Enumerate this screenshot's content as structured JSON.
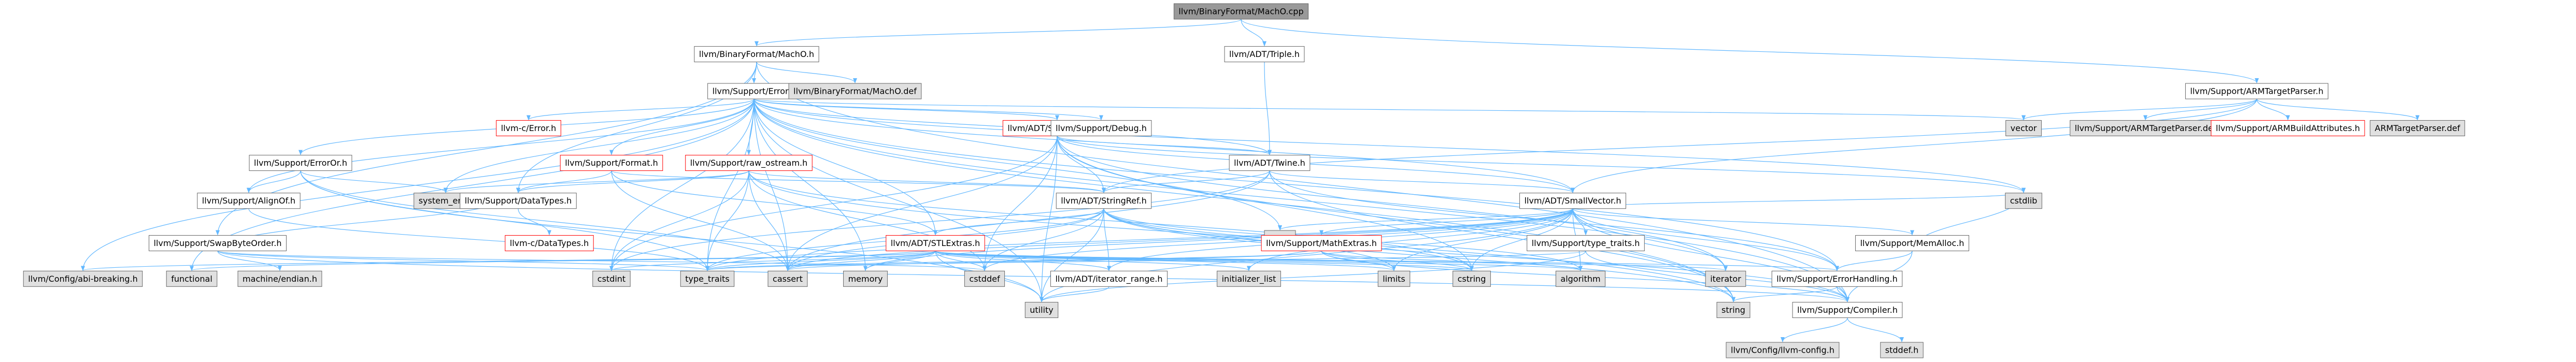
{
  "colors": {
    "root_fill": "#999999",
    "node_fill": "#ffffff",
    "system_fill": "#e0e0e0",
    "border": "#666666",
    "truncated_border": "#ff0000",
    "edge": "#63b8ff",
    "text": "#000000"
  },
  "nodes": [
    {
      "id": "root",
      "label": "llvm/BinaryFormat/MachO.cpp",
      "kind": "root"
    },
    {
      "id": "macho_h",
      "label": "llvm/BinaryFormat/MachO.h",
      "kind": "normal"
    },
    {
      "id": "triple_h",
      "label": "llvm/ADT/Triple.h",
      "kind": "normal"
    },
    {
      "id": "armtp_h",
      "label": "llvm/Support/ARMTargetParser.h",
      "kind": "normal"
    },
    {
      "id": "error_h",
      "label": "llvm/Support/Error.h",
      "kind": "normal"
    },
    {
      "id": "macho_def",
      "label": "llvm/BinaryFormat/MachO.def",
      "kind": "system"
    },
    {
      "id": "vector",
      "label": "vector",
      "kind": "system"
    },
    {
      "id": "armtp_def",
      "label": "llvm/Support/ARMTargetParser.def",
      "kind": "system"
    },
    {
      "id": "armbuildattr_h",
      "label": "llvm/Support/ARMBuildAttributes.h",
      "kind": "truncated"
    },
    {
      "id": "arm_tp_def",
      "label": "ARMTargetParser.def",
      "kind": "system"
    },
    {
      "id": "llvmc_error_h",
      "label": "llvm-c/Error.h",
      "kind": "truncated"
    },
    {
      "id": "errorc_h",
      "label": "llvm/Support/ErrorOr.h",
      "kind": "normal"
    },
    {
      "id": "format_h",
      "label": "llvm/Support/Format.h",
      "kind": "truncated"
    },
    {
      "id": "rawostream_h",
      "label": "llvm/Support/raw_ostream.h",
      "kind": "truncated"
    },
    {
      "id": "stringextras_h",
      "label": "llvm/ADT/StringExtras.h",
      "kind": "truncated"
    },
    {
      "id": "debug_h",
      "label": "llvm/Support/Debug.h",
      "kind": "normal"
    },
    {
      "id": "twine_h",
      "label": "llvm/ADT/Twine.h",
      "kind": "normal"
    },
    {
      "id": "system_error",
      "label": "system_error",
      "kind": "system"
    },
    {
      "id": "aligned_h",
      "label": "llvm/Support/AlignOf.h",
      "kind": "normal"
    },
    {
      "id": "datatypes_h",
      "label": "llvm/Support/DataTypes.h",
      "kind": "normal"
    },
    {
      "id": "stringref_h",
      "label": "llvm/ADT/StringRef.h",
      "kind": "normal"
    },
    {
      "id": "smallvector_h",
      "label": "llvm/ADT/SmallVector.h",
      "kind": "normal"
    },
    {
      "id": "llvmc_datatypes_h",
      "label": "llvm-c/DataTypes.h",
      "kind": "truncated"
    },
    {
      "id": "swapbyteorder_h",
      "label": "llvm/Support/SwapByteOrder.h",
      "kind": "normal"
    },
    {
      "id": "stlextras_h",
      "label": "llvm/ADT/STLExtras.h",
      "kind": "truncated"
    },
    {
      "id": "new",
      "label": "new",
      "kind": "system"
    },
    {
      "id": "mathextras_h",
      "label": "llvm/Support/MathExtras.h",
      "kind": "truncated"
    },
    {
      "id": "typetraits_h",
      "label": "llvm/Support/type_traits.h",
      "kind": "normal"
    },
    {
      "id": "memalloc_h",
      "label": "llvm/Support/MemAlloc.h",
      "kind": "normal"
    },
    {
      "id": "abi_breaking_h",
      "label": "llvm/Config/abi-breaking.h",
      "kind": "system"
    },
    {
      "id": "functional",
      "label": "functional",
      "kind": "system"
    },
    {
      "id": "machine_endian_h",
      "label": "machine/endian.h",
      "kind": "system"
    },
    {
      "id": "cstdint",
      "label": "cstdint",
      "kind": "system"
    },
    {
      "id": "type_traits",
      "label": "type_traits",
      "kind": "system"
    },
    {
      "id": "cassert",
      "label": "cassert",
      "kind": "system"
    },
    {
      "id": "memory",
      "label": "memory",
      "kind": "system"
    },
    {
      "id": "cstddef",
      "label": "cstddef",
      "kind": "system"
    },
    {
      "id": "iterator_range_h",
      "label": "llvm/ADT/iterator_range.h",
      "kind": "normal"
    },
    {
      "id": "initializer_list",
      "label": "initializer_list",
      "kind": "system"
    },
    {
      "id": "limits",
      "label": "limits",
      "kind": "system"
    },
    {
      "id": "cstring",
      "label": "cstring",
      "kind": "system"
    },
    {
      "id": "algorithm",
      "label": "algorithm",
      "kind": "system"
    },
    {
      "id": "iterator",
      "label": "iterator",
      "kind": "system"
    },
    {
      "id": "errorhandling_h",
      "label": "llvm/Support/ErrorHandling.h",
      "kind": "normal"
    },
    {
      "id": "cstdlib",
      "label": "cstdlib",
      "kind": "system"
    },
    {
      "id": "utility",
      "label": "utility",
      "kind": "system"
    },
    {
      "id": "string",
      "label": "string",
      "kind": "system"
    },
    {
      "id": "compiler_h",
      "label": "llvm/Support/Compiler.h",
      "kind": "normal"
    },
    {
      "id": "llvm_config_h",
      "label": "llvm/Config/llvm-config.h",
      "kind": "system"
    },
    {
      "id": "stddef_h",
      "label": "stddef.h",
      "kind": "system"
    }
  ],
  "edges": [
    [
      "root",
      "macho_h"
    ],
    [
      "root",
      "triple_h"
    ],
    [
      "root",
      "armtp_h"
    ],
    [
      "macho_h",
      "error_h"
    ],
    [
      "macho_h",
      "macho_def"
    ],
    [
      "macho_h",
      "compiler_h"
    ],
    [
      "macho_h",
      "datatypes_h"
    ],
    [
      "macho_h",
      "swapbyteorder_h"
    ],
    [
      "triple_h",
      "twine_h"
    ],
    [
      "armtp_h",
      "vector"
    ],
    [
      "armtp_h",
      "armtp_def"
    ],
    [
      "armtp_h",
      "armbuildattr_h"
    ],
    [
      "armtp_h",
      "arm_tp_def"
    ],
    [
      "armtp_h",
      "smallvector_h"
    ],
    [
      "armtp_h",
      "stringref_h"
    ],
    [
      "error_h",
      "llvmc_error_h"
    ],
    [
      "error_h",
      "errorc_h"
    ],
    [
      "error_h",
      "format_h"
    ],
    [
      "error_h",
      "rawostream_h"
    ],
    [
      "error_h",
      "stringextras_h"
    ],
    [
      "error_h",
      "debug_h"
    ],
    [
      "error_h",
      "twine_h"
    ],
    [
      "error_h",
      "system_error"
    ],
    [
      "error_h",
      "aligned_h"
    ],
    [
      "error_h",
      "abi_breaking_h"
    ],
    [
      "error_h",
      "compiler_h"
    ],
    [
      "error_h",
      "errorhandling_h"
    ],
    [
      "error_h",
      "stlextras_h"
    ],
    [
      "error_h",
      "smallvector_h"
    ],
    [
      "error_h",
      "vector"
    ],
    [
      "error_h",
      "cassert"
    ],
    [
      "error_h",
      "cstdint"
    ],
    [
      "error_h",
      "cstdlib"
    ],
    [
      "error_h",
      "functional"
    ],
    [
      "error_h",
      "memory"
    ],
    [
      "error_h",
      "new"
    ],
    [
      "error_h",
      "string"
    ],
    [
      "error_h",
      "type_traits"
    ],
    [
      "error_h",
      "utility"
    ],
    [
      "errorc_h",
      "aligned_h"
    ],
    [
      "errorc_h",
      "system_error"
    ],
    [
      "errorc_h",
      "type_traits"
    ],
    [
      "errorc_h",
      "cassert"
    ],
    [
      "errorc_h",
      "utility"
    ],
    [
      "aligned_h",
      "type_traits"
    ],
    [
      "format_h",
      "stlextras_h"
    ],
    [
      "format_h",
      "stringref_h"
    ],
    [
      "format_h",
      "datatypes_h"
    ],
    [
      "format_h",
      "cassert"
    ],
    [
      "format_h",
      "cstdio"
    ],
    [
      "rawostream_h",
      "stringref_h"
    ],
    [
      "rawostream_h",
      "datatypes_h"
    ],
    [
      "rawostream_h",
      "cassert"
    ],
    [
      "rawostream_h",
      "cstddef"
    ],
    [
      "rawostream_h",
      "cstdint"
    ],
    [
      "rawostream_h",
      "cstring"
    ],
    [
      "rawostream_h",
      "string"
    ],
    [
      "rawostream_h",
      "system_error"
    ],
    [
      "rawostream_h",
      "type_traits"
    ],
    [
      "stringextras_h",
      "stringref_h"
    ],
    [
      "stringextras_h",
      "twine_h"
    ],
    [
      "stringextras_h",
      "smallvector_h"
    ],
    [
      "stringextras_h",
      "cassert"
    ],
    [
      "stringextras_h",
      "cstddef"
    ],
    [
      "stringextras_h",
      "cstdint"
    ],
    [
      "stringextras_h",
      "cstdlib"
    ],
    [
      "stringextras_h",
      "cstring"
    ],
    [
      "stringextras_h",
      "iterator"
    ],
    [
      "stringextras_h",
      "string"
    ],
    [
      "stringextras_h",
      "utility"
    ],
    [
      "twine_h",
      "smallvector_h"
    ],
    [
      "twine_h",
      "stringref_h"
    ],
    [
      "twine_h",
      "errorhandling_h"
    ],
    [
      "twine_h",
      "cassert"
    ],
    [
      "twine_h",
      "cstdint"
    ],
    [
      "twine_h",
      "string"
    ],
    [
      "datatypes_h",
      "llvmc_datatypes_h"
    ],
    [
      "stringref_h",
      "stlextras_h"
    ],
    [
      "stringref_h",
      "iterator_range_h"
    ],
    [
      "stringref_h",
      "compiler_h"
    ],
    [
      "stringref_h",
      "algorithm"
    ],
    [
      "stringref_h",
      "cassert"
    ],
    [
      "stringref_h",
      "cstddef"
    ],
    [
      "stringref_h",
      "cstring"
    ],
    [
      "stringref_h",
      "limits"
    ],
    [
      "stringref_h",
      "string"
    ],
    [
      "stringref_h",
      "type_traits"
    ],
    [
      "stringref_h",
      "utility"
    ],
    [
      "smallvector_h",
      "iterator_range_h"
    ],
    [
      "smallvector_h",
      "compiler_h"
    ],
    [
      "smallvector_h",
      "errorhandling_h"
    ],
    [
      "smallvector_h",
      "mathextras_h"
    ],
    [
      "smallvector_h",
      "memalloc_h"
    ],
    [
      "smallvector_h",
      "typetraits_h"
    ],
    [
      "smallvector_h",
      "algorithm"
    ],
    [
      "smallvector_h",
      "cassert"
    ],
    [
      "smallvector_h",
      "cstddef"
    ],
    [
      "smallvector_h",
      "cstdlib"
    ],
    [
      "smallvector_h",
      "cstring"
    ],
    [
      "smallvector_h",
      "initializer_list"
    ],
    [
      "smallvector_h",
      "iterator"
    ],
    [
      "smallvector_h",
      "limits"
    ],
    [
      "smallvector_h",
      "memory"
    ],
    [
      "smallvector_h",
      "new"
    ],
    [
      "smallvector_h",
      "type_traits"
    ],
    [
      "smallvector_h",
      "utility"
    ],
    [
      "swapbyteorder_h",
      "compiler_h"
    ],
    [
      "swapbyteorder_h",
      "datatypes_h"
    ],
    [
      "swapbyteorder_h",
      "cstddef"
    ],
    [
      "swapbyteorder_h",
      "type_traits"
    ],
    [
      "swapbyteorder_h",
      "machine_endian_h"
    ],
    [
      "stlextras_h",
      "abi_breaking_h"
    ],
    [
      "stlextras_h",
      "functional"
    ],
    [
      "stlextras_h",
      "cstdint"
    ],
    [
      "stlextras_h",
      "type_traits"
    ],
    [
      "stlextras_h",
      "cassert"
    ],
    [
      "stlextras_h",
      "memory"
    ],
    [
      "stlextras_h",
      "cstddef"
    ],
    [
      "stlextras_h",
      "iterator_range_h"
    ],
    [
      "stlextras_h",
      "utility"
    ],
    [
      "stlextras_h",
      "limits"
    ],
    [
      "stlextras_h",
      "cstring"
    ],
    [
      "stlextras_h",
      "algorithm"
    ],
    [
      "stlextras_h",
      "initializer_list"
    ],
    [
      "stlextras_h",
      "iterator"
    ],
    [
      "stlextras_h",
      "errorhandling_h"
    ],
    [
      "mathextras_h",
      "compiler_h"
    ],
    [
      "mathextras_h",
      "algorithm"
    ],
    [
      "mathextras_h",
      "cassert"
    ],
    [
      "mathextras_h",
      "cstring"
    ],
    [
      "mathextras_h",
      "limits"
    ],
    [
      "mathextras_h",
      "type_traits"
    ],
    [
      "typetraits_h",
      "compiler_h"
    ],
    [
      "typetraits_h",
      "type_traits"
    ],
    [
      "typetraits_h",
      "utility"
    ],
    [
      "memalloc_h",
      "compiler_h"
    ],
    [
      "memalloc_h",
      "errorhandling_h"
    ],
    [
      "memalloc_h",
      "cstdlib"
    ],
    [
      "iterator_range_h",
      "utility"
    ],
    [
      "errorhandling_h",
      "compiler_h"
    ],
    [
      "errorhandling_h",
      "string"
    ],
    [
      "compiler_h",
      "llvm_config_h"
    ],
    [
      "compiler_h",
      "stddef_h"
    ]
  ]
}
